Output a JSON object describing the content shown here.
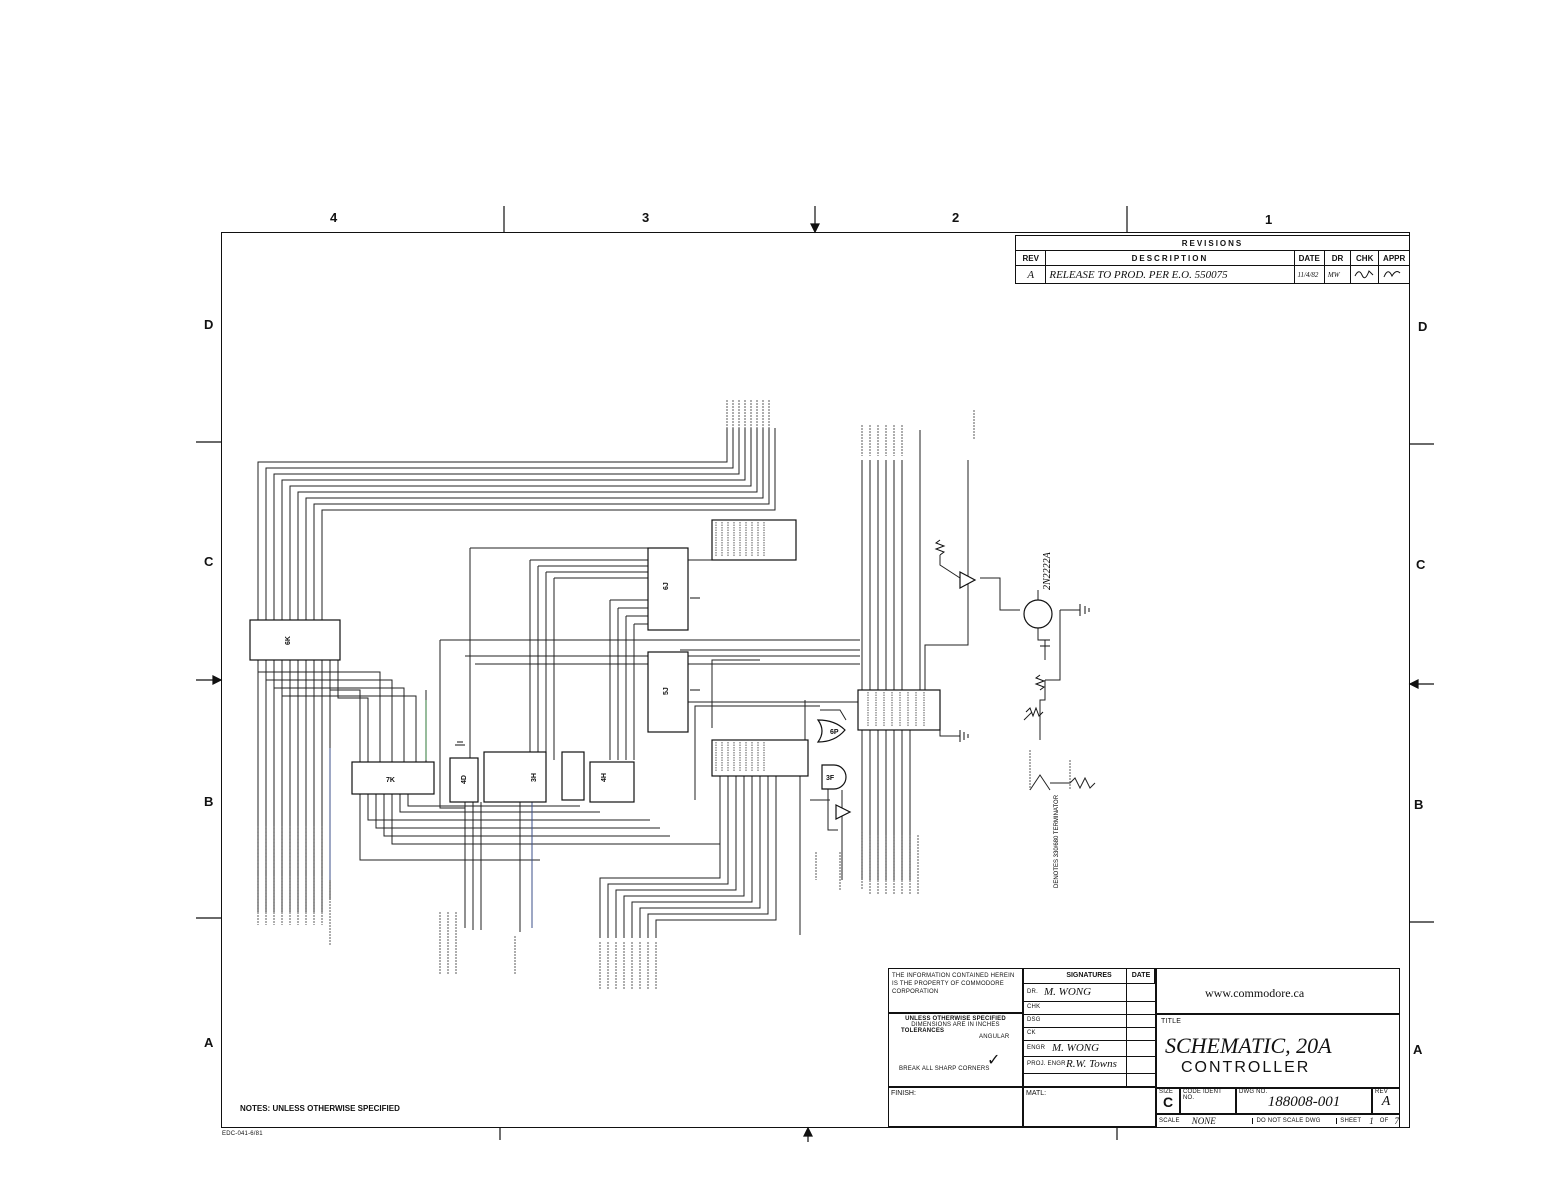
{
  "zones": {
    "columns": [
      "4",
      "3",
      "2",
      "1"
    ],
    "rows": [
      "D",
      "C",
      "B",
      "A"
    ]
  },
  "revisions": {
    "header": "REVISIONS",
    "columns": [
      "REV",
      "DESCRIPTION",
      "DATE",
      "DR",
      "CHK",
      "APPR"
    ],
    "rows": [
      {
        "rev": "A",
        "description": "RELEASE TO PROD. PER E.O. 550075",
        "date": "11/4/82",
        "dr": "MW",
        "chk": "",
        "appr": ""
      }
    ]
  },
  "notes_label": "NOTES: UNLESS OTHERWISE SPECIFIED",
  "form_number": "EDC-041-6/81",
  "chips": {
    "6K": "6K",
    "7K": "7K",
    "4D": "4D",
    "3H": "3H",
    "4H": "4H",
    "6J": "6J",
    "5J": "5J",
    "6P": "6P",
    "3F": "3F"
  },
  "annotations": {
    "transistor": "2N2222A",
    "load_note": "DENOTES 330/680 TERMINATOR"
  },
  "title_block": {
    "proprietary": "THE INFORMATION CONTAINED HEREIN IS THE PROPERTY OF COMMODORE CORPORATION",
    "signatures_header": "SIGNATURES",
    "date_header": "DATE",
    "dr_label": "DR.",
    "dr_name": "M. WONG",
    "chk_label": "CHK",
    "dsg_label": "DSG",
    "ck_label": "CK",
    "engr_label": "ENGR",
    "engr_name": "M. WONG",
    "proj_engr_label": "PROJ. ENGR",
    "proj_engr_name": "R.W. Towns",
    "unless_note": "UNLESS OTHERWISE SPECIFIED",
    "dimensions_note": "DIMENSIONS ARE IN INCHES",
    "tolerances_label": "TOLERANCES",
    "angular_label": "ANGULAR",
    "break_note": "BREAK ALL SHARP CORNERS",
    "finish_label": "FINISH:",
    "matl_label": "MATL:",
    "watermark": "www.commodore.ca",
    "title_label": "TITLE",
    "title_line1": "SCHEMATIC, 20A",
    "title_line2": "CONTROLLER",
    "size_label": "SIZE",
    "size_value": "C",
    "code_ident_label": "CODE IDENT NO.",
    "dwg_no_label": "DWG NO.",
    "dwg_no_value": "188008-001",
    "rev_label": "REV",
    "rev_value": "A",
    "scale_label": "SCALE",
    "scale_value": "NONE",
    "dont_scale": "DO NOT SCALE DWG",
    "sheet_label": "SHEET",
    "sheet_value": "1",
    "of_label": "OF",
    "of_value": "7"
  }
}
